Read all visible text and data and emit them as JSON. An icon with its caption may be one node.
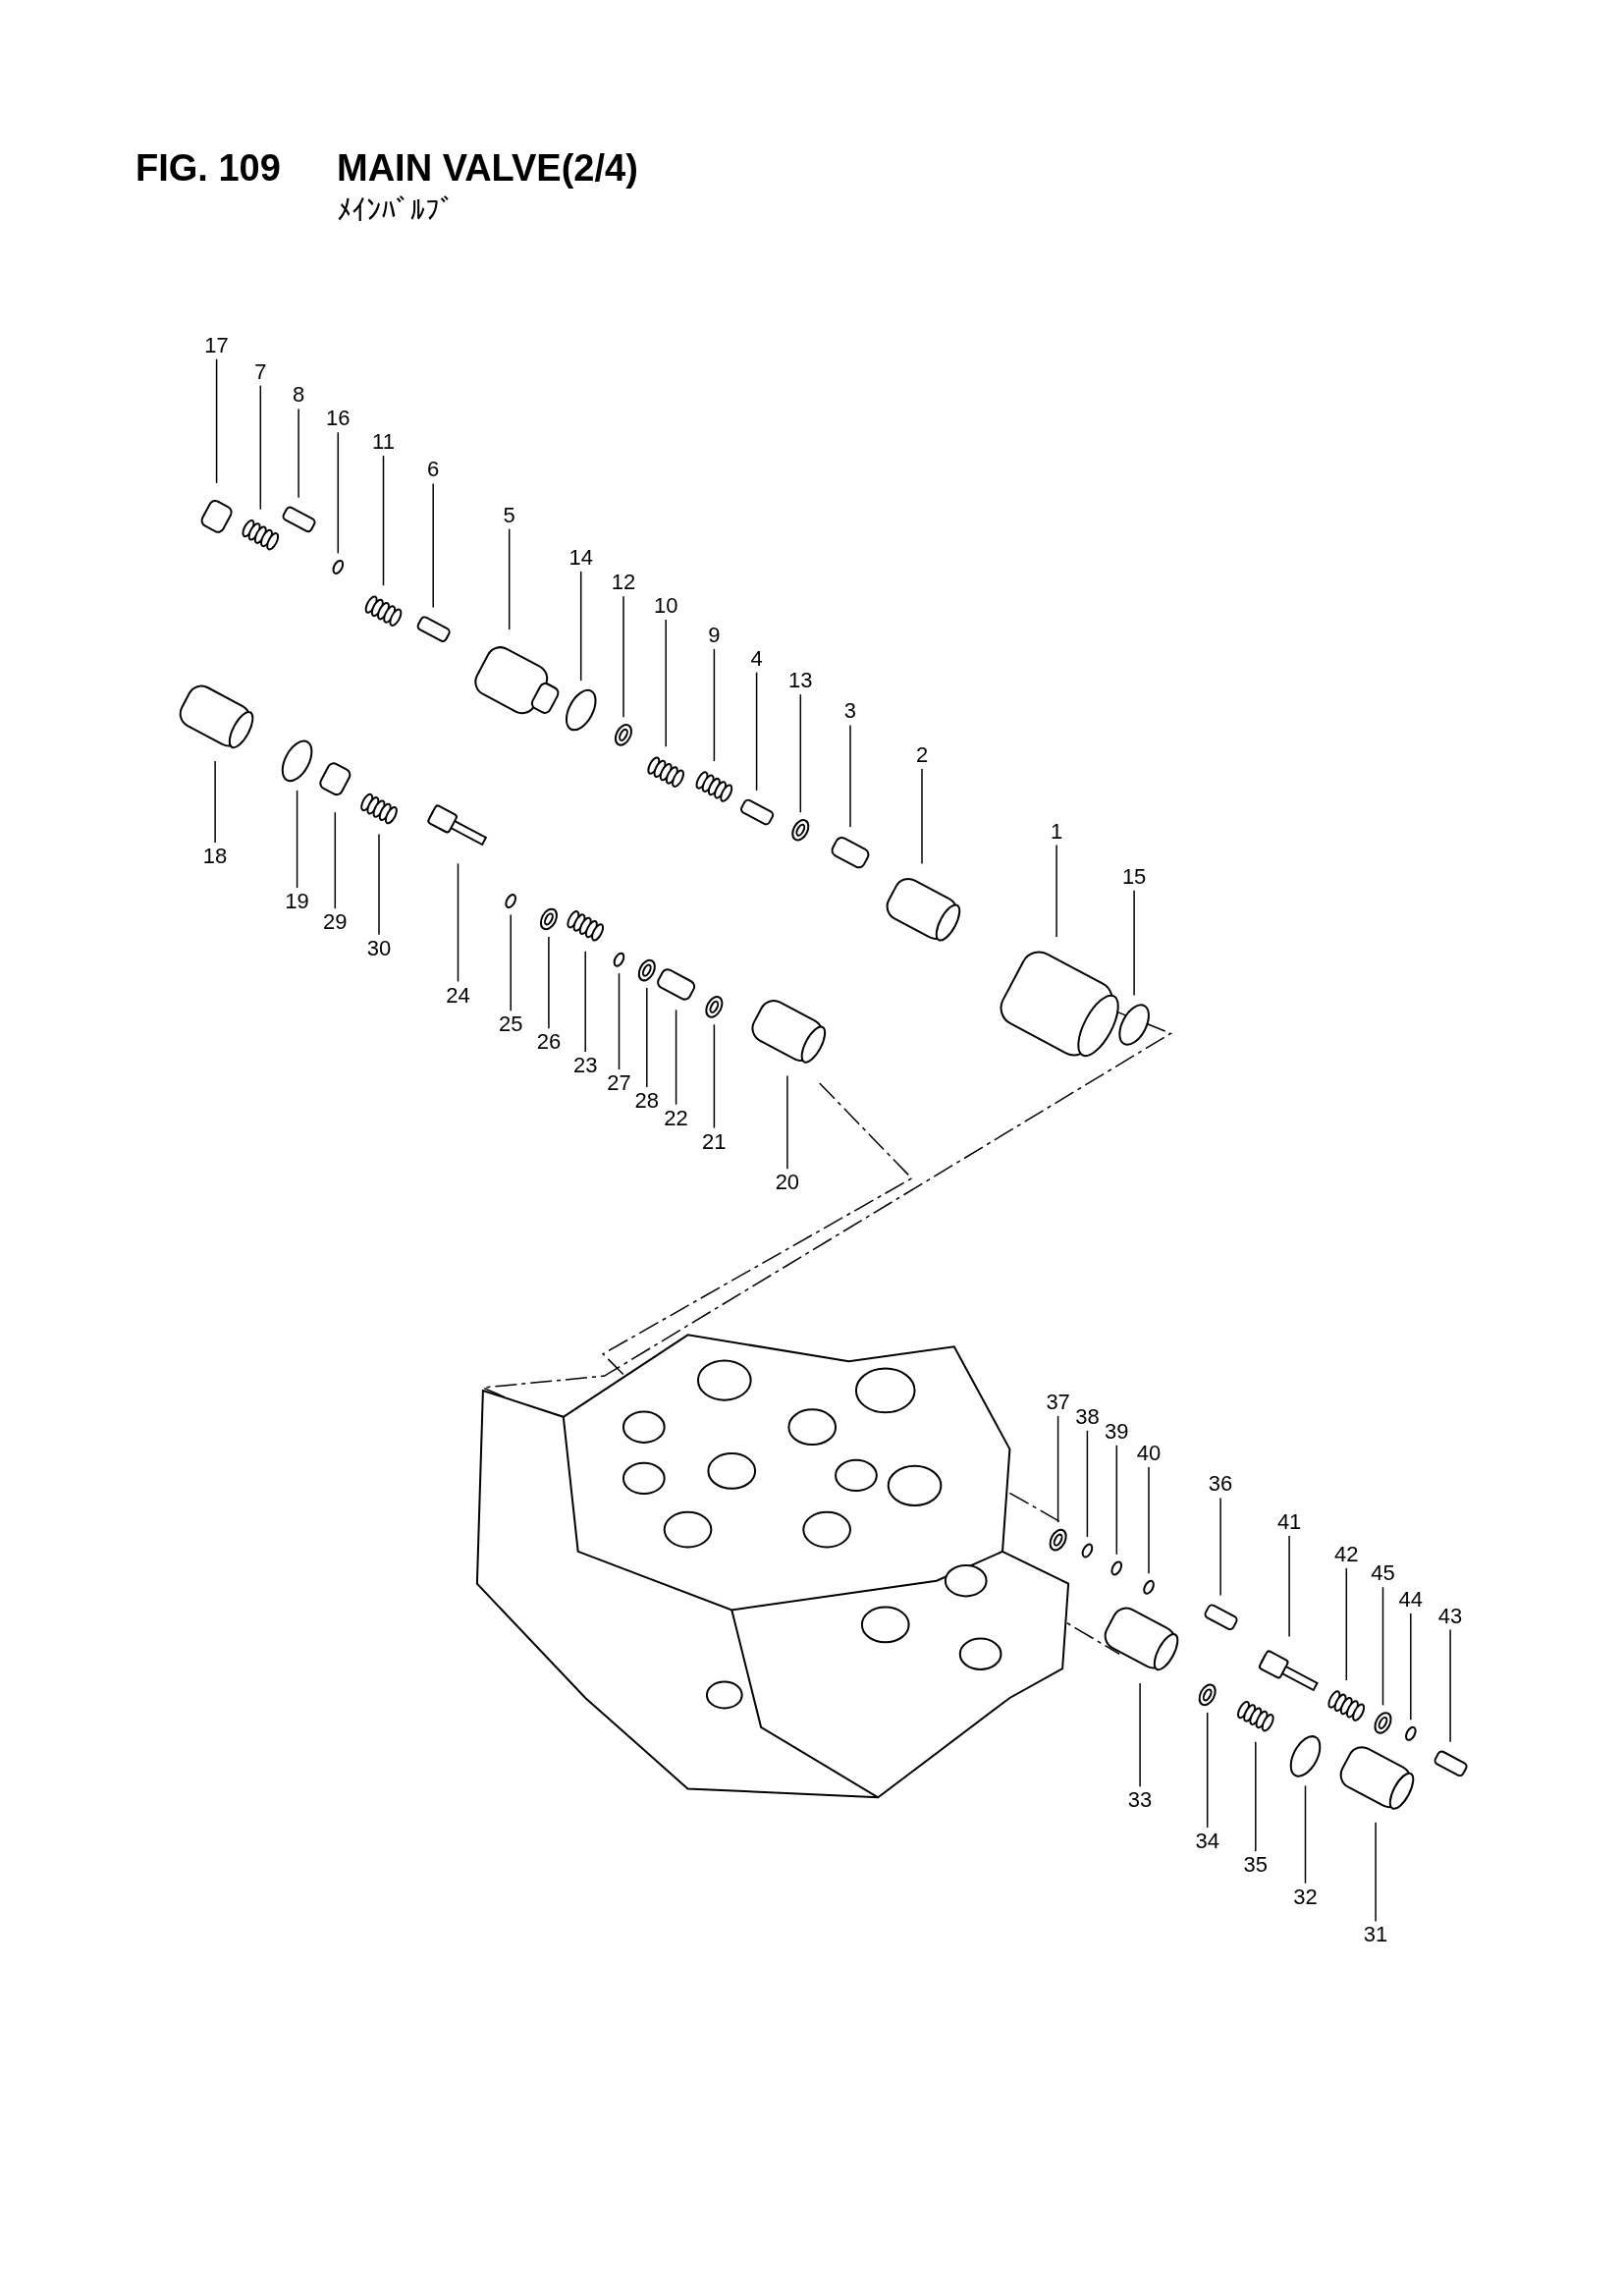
{
  "diagram": {
    "title": "MAIN VALVE(2/4)",
    "nodes": [
      {
        "text": [
          "17"
        ]
      },
      {
        "text": [
          "7"
        ]
      },
      {
        "text": [
          "8"
        ]
      },
      {
        "text": [
          "16"
        ]
      },
      {
        "text": [
          "11"
        ]
      },
      {
        "text": [
          "6"
        ]
      },
      {
        "text": [
          "5"
        ]
      },
      {
        "text": [
          "14"
        ]
      },
      {
        "text": [
          "12"
        ]
      },
      {
        "text": [
          "10"
        ]
      },
      {
        "text": [
          "9"
        ]
      },
      {
        "text": [
          "4"
        ]
      },
      {
        "text": [
          "13"
        ]
      },
      {
        "text": [
          "3"
        ]
      },
      {
        "text": [
          "2"
        ]
      },
      {
        "text": [
          "1"
        ]
      },
      {
        "text": [
          "15"
        ]
      },
      {
        "text": [
          "18"
        ]
      },
      {
        "text": [
          "19"
        ]
      },
      {
        "text": [
          "29"
        ]
      },
      {
        "text": [
          "30"
        ]
      },
      {
        "text": [
          "24"
        ]
      },
      {
        "text": [
          "25"
        ]
      },
      {
        "text": [
          "26"
        ]
      },
      {
        "text": [
          "23"
        ]
      },
      {
        "text": [
          "27"
        ]
      },
      {
        "text": [
          "28"
        ]
      },
      {
        "text": [
          "22"
        ]
      },
      {
        "text": [
          "21"
        ]
      },
      {
        "text": [
          "20"
        ]
      },
      {
        "text": [
          "37"
        ]
      },
      {
        "text": [
          "38"
        ]
      },
      {
        "text": [
          "39"
        ]
      },
      {
        "text": [
          "40"
        ]
      },
      {
        "text": [
          "36"
        ]
      },
      {
        "text": [
          "41"
        ]
      },
      {
        "text": [
          "42"
        ]
      },
      {
        "text": [
          "45"
        ]
      },
      {
        "text": [
          "44"
        ]
      },
      {
        "text": [
          "43"
        ]
      },
      {
        "text": [
          "33"
        ]
      },
      {
        "text": [
          "34"
        ]
      },
      {
        "text": [
          "35"
        ]
      },
      {
        "text": [
          "32"
        ]
      },
      {
        "text": [
          "31"
        ]
      }
    ],
    "edges": [
      {
        "from": 0,
        "to": null,
        "arrow": "none"
      },
      {
        "from": 1,
        "to": null,
        "arrow": "none"
      },
      {
        "from": 2,
        "to": null,
        "arrow": "none"
      },
      {
        "from": 3,
        "to": null,
        "arrow": "none"
      },
      {
        "from": 4,
        "to": null,
        "arrow": "none"
      },
      {
        "from": 5,
        "to": null,
        "arrow": "none"
      },
      {
        "from": 6,
        "to": null,
        "arrow": "none"
      },
      {
        "from": 7,
        "to": null,
        "arrow": "none"
      },
      {
        "from": 8,
        "to": null,
        "arrow": "none"
      },
      {
        "from": 9,
        "to": null,
        "arrow": "none"
      },
      {
        "from": 10,
        "to": null,
        "arrow": "none"
      },
      {
        "from": 11,
        "to": null,
        "arrow": "none"
      },
      {
        "from": 12,
        "to": null,
        "arrow": "none"
      },
      {
        "from": 13,
        "to": null,
        "arrow": "none"
      },
      {
        "from": 14,
        "to": null,
        "arrow": "none"
      },
      {
        "from": 15,
        "to": null,
        "arrow": "none"
      },
      {
        "from": 16,
        "to": null,
        "arrow": "none"
      },
      {
        "from": 17,
        "to": null,
        "arrow": "none"
      },
      {
        "from": 18,
        "to": null,
        "arrow": "none"
      },
      {
        "from": 19,
        "to": null,
        "arrow": "none"
      },
      {
        "from": 20,
        "to": null,
        "arrow": "none"
      },
      {
        "from": 21,
        "to": null,
        "arrow": "none"
      },
      {
        "from": 22,
        "to": null,
        "arrow": "none"
      },
      {
        "from": 23,
        "to": null,
        "arrow": "none"
      },
      {
        "from": 24,
        "to": null,
        "arrow": "none"
      },
      {
        "from": 25,
        "to": null,
        "arrow": "none"
      },
      {
        "from": 26,
        "to": null,
        "arrow": "none"
      },
      {
        "from": 27,
        "to": null,
        "arrow": "none"
      },
      {
        "from": 28,
        "to": null,
        "arrow": "none"
      },
      {
        "from": 29,
        "to": null,
        "arrow": "none"
      },
      {
        "from": 30,
        "to": null,
        "arrow": "none"
      },
      {
        "from": 31,
        "to": null,
        "arrow": "none"
      },
      {
        "from": 32,
        "to": null,
        "arrow": "none"
      },
      {
        "from": 33,
        "to": null,
        "arrow": "none"
      },
      {
        "from": 34,
        "to": null,
        "arrow": "none"
      },
      {
        "from": 35,
        "to": null,
        "arrow": "none"
      },
      {
        "from": 36,
        "to": null,
        "arrow": "none"
      },
      {
        "from": 37,
        "to": null,
        "arrow": "none"
      },
      {
        "from": 38,
        "to": null,
        "arrow": "none"
      },
      {
        "from": 39,
        "to": null,
        "arrow": "none"
      },
      {
        "from": 40,
        "to": null,
        "arrow": "none"
      },
      {
        "from": 41,
        "to": null,
        "arrow": "none"
      },
      {
        "from": 42,
        "to": null,
        "arrow": "none"
      },
      {
        "from": 43,
        "to": null,
        "arrow": "none"
      },
      {
        "from": 44,
        "to": null,
        "arrow": "none"
      }
    ],
    "labels": [
      "FIG. 109",
      "ﾒｲﾝﾊﾞﾙﾌﾞ"
    ]
  }
}
